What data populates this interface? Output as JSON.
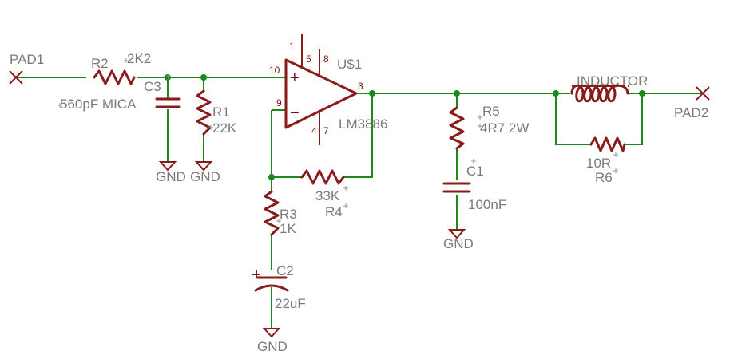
{
  "ports": {
    "in": "PAD1",
    "out": "PAD2"
  },
  "components": {
    "R1": {
      "name": "R1",
      "value": "22K"
    },
    "R2": {
      "name": "R2",
      "value": "2K2"
    },
    "R3": {
      "name": "R3",
      "value": "1K"
    },
    "R4": {
      "name": "R4",
      "value": "33K"
    },
    "R5": {
      "name": "R5",
      "value": "4R7 2W"
    },
    "R6": {
      "name": "R6",
      "value": "10R"
    },
    "C1": {
      "name": "C1",
      "value": "100nF"
    },
    "C2": {
      "name": "C2",
      "value": "22uF"
    },
    "C3": {
      "name": "C3",
      "value": "560pF MICA"
    },
    "L1": {
      "value": "INDUCTOR"
    },
    "U1": {
      "name": "U$1",
      "value": "LM3886",
      "pins": [
        "1",
        "5",
        "8",
        "10",
        "9",
        "3",
        "4",
        "7"
      ]
    }
  },
  "ground_label": "GND",
  "opamp_signs": {
    "plus": "+",
    "minus": "−"
  },
  "colors": {
    "wire": "#1a8a1a",
    "symbol": "#8b1a1a",
    "label": "#7a7a7a"
  }
}
